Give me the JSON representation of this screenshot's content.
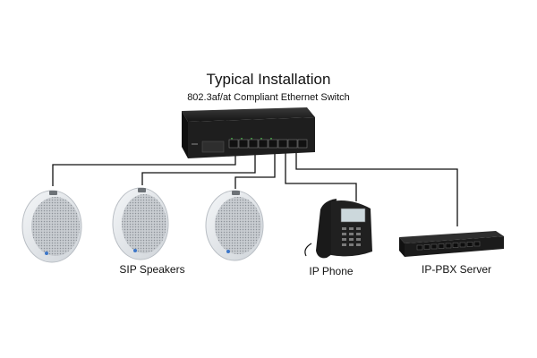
{
  "diagram": {
    "title": "Typical Installation",
    "subtitle": "802.3af/at Compliant Ethernet Switch",
    "labels": {
      "speakers": "SIP Speakers",
      "phone": "IP Phone",
      "pbx": "IP-PBX Server"
    },
    "nodes": [
      {
        "id": "switch",
        "kind": "ethernet-switch"
      },
      {
        "id": "speaker-1",
        "kind": "sip-speaker"
      },
      {
        "id": "speaker-2",
        "kind": "sip-speaker"
      },
      {
        "id": "speaker-3",
        "kind": "sip-speaker"
      },
      {
        "id": "ip-phone",
        "kind": "ip-phone"
      },
      {
        "id": "pbx",
        "kind": "ip-pbx-server"
      }
    ],
    "edges": [
      {
        "from": "switch",
        "to": "speaker-1"
      },
      {
        "from": "switch",
        "to": "speaker-2"
      },
      {
        "from": "switch",
        "to": "speaker-3"
      },
      {
        "from": "switch",
        "to": "ip-phone"
      },
      {
        "from": "switch",
        "to": "pbx"
      }
    ],
    "colors": {
      "cable": "#111111",
      "device_body": "#1c1c1c",
      "speaker_rim": "#dfe3e8",
      "speaker_grille": "#c8ccd1"
    }
  }
}
